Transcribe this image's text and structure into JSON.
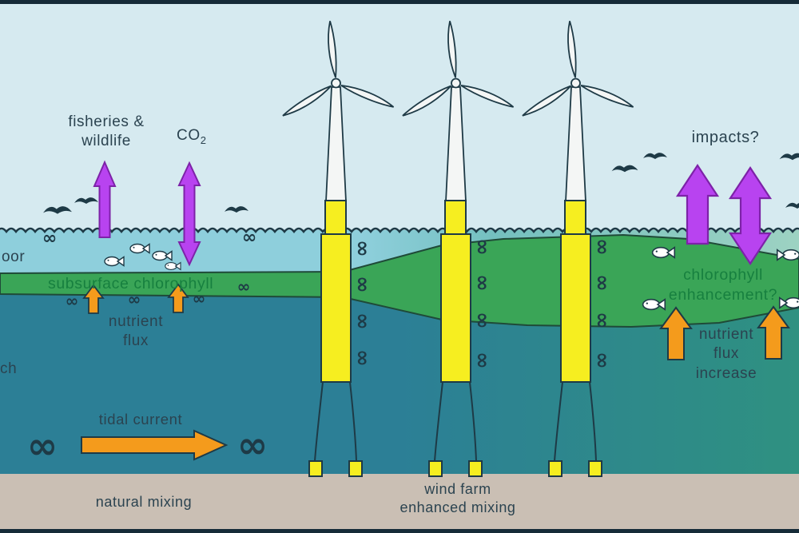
{
  "colors": {
    "sky": "#d6eaf0",
    "surface_left": "#8ecfdc",
    "surface_mid": "#74c0bf",
    "surface_right": "#9dd2c2",
    "green": "#3aa557",
    "deep_left": "#2c7f96",
    "deep_right": "#2f9181",
    "seabed": "#cabfb4",
    "yellow": "#f6ee20",
    "purple": "#b843f0",
    "purple_outline": "#7d22a8",
    "orange": "#f49b1c",
    "outline": "#1e3a46",
    "text_dark": "#2b4350",
    "text_green": "#17803f",
    "white": "#f4f6f5",
    "frame": "#162b38"
  },
  "icons": {
    "infinity": "∞"
  },
  "labels": {
    "fisheries_wildlife": "fisheries &\nwildlife",
    "co2_main": "CO",
    "co2_sub": "2",
    "impacts": "impacts?",
    "nutrient_poor_cropped": "oor",
    "nutrient_rich_cropped": "ch",
    "subsurface_chlorophyll": "subsurface chlorophyll",
    "nutrient_flux": "nutrient\nflux",
    "tidal_current": "tidal current",
    "natural_mixing": "natural mixing",
    "wind_farm_enhanced_mixing": "wind farm\nenhanced mixing",
    "chlorophyll_enhancement": "chlorophyll\nenhancement?",
    "nutrient_flux_increase": "nutrient\nflux\nincrease"
  }
}
